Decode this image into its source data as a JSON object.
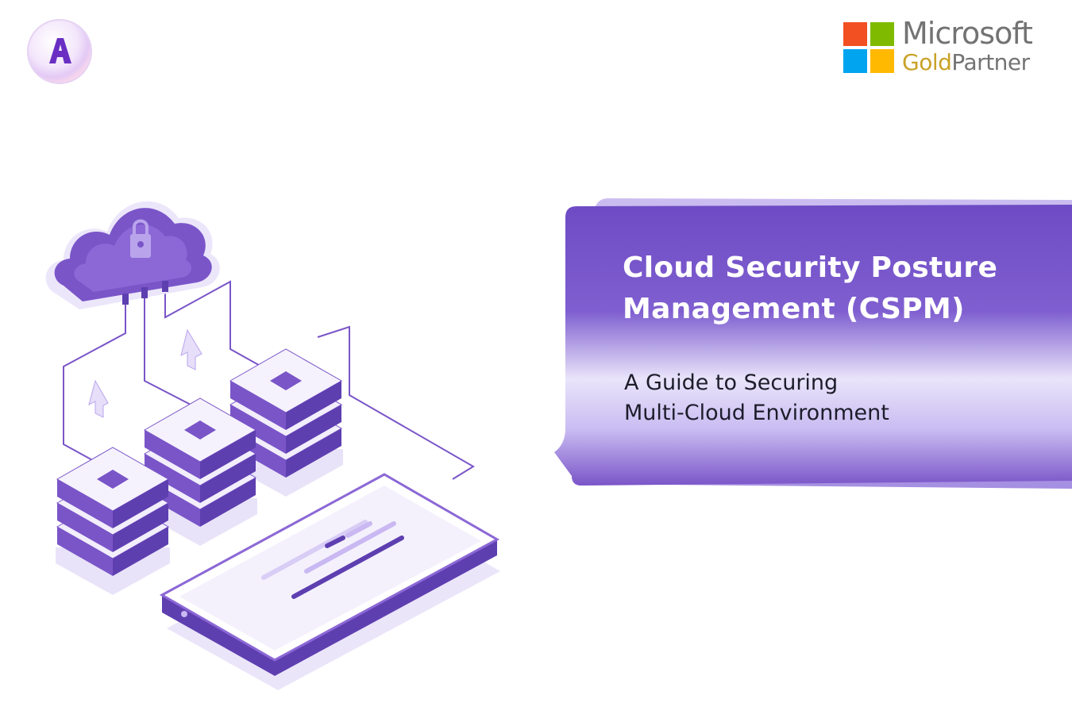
{
  "brand": {
    "logo_icon": "letter-a-bubble-logo"
  },
  "partner": {
    "logo_icon": "microsoft-four-squares-logo",
    "name": "Microsoft",
    "tier": "Gold",
    "label": "Partner",
    "square_colors": [
      "#f25022",
      "#7fba00",
      "#00a4ef",
      "#ffb900"
    ]
  },
  "hero": {
    "title_line1": "Cloud Security Posture",
    "title_line2": "Management (CSPM)",
    "subtitle_line1": "A Guide to Securing",
    "subtitle_line2": "Multi-Cloud Environment"
  },
  "colors": {
    "accent": "#7a55c8",
    "accent_dark": "#5e3fb0",
    "accent_light": "#c9b8f2",
    "text_dark": "#1d1d2b"
  },
  "illustration": {
    "icons": [
      "cloud-lock-icon",
      "server-stack-icon",
      "upload-arrow-icon",
      "laptop-screen-icon",
      "network-cable-icon"
    ]
  }
}
